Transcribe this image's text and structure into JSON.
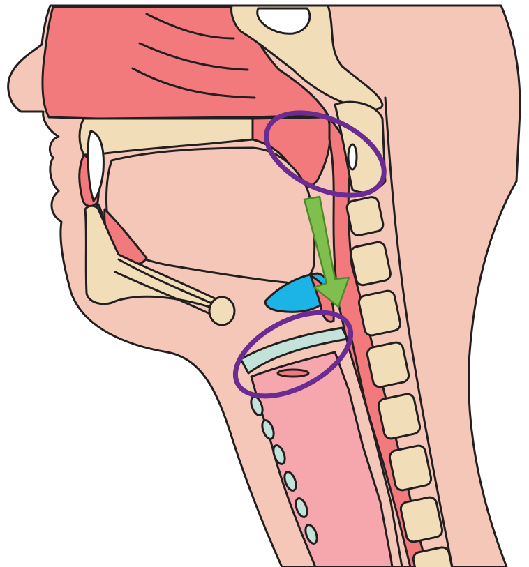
{
  "figure": {
    "subject": "sagittal-section-head-neck",
    "labels": []
  },
  "colors": {
    "background": "#ffffff",
    "skin": "#f5c7b8",
    "mucosa": "#f27a7c",
    "bone": "#f1deb9",
    "airway": "#f6a6ad",
    "cartilage": "#c3e3da",
    "bolus": "#1cb3e6",
    "arrow": "#7fbf4d",
    "arrow_edge": "#4d8a2a",
    "highlight": "#6a2c91",
    "outline": "#231f20"
  },
  "annotations": {
    "highlight_count": 2,
    "arrow_direction": "down"
  }
}
